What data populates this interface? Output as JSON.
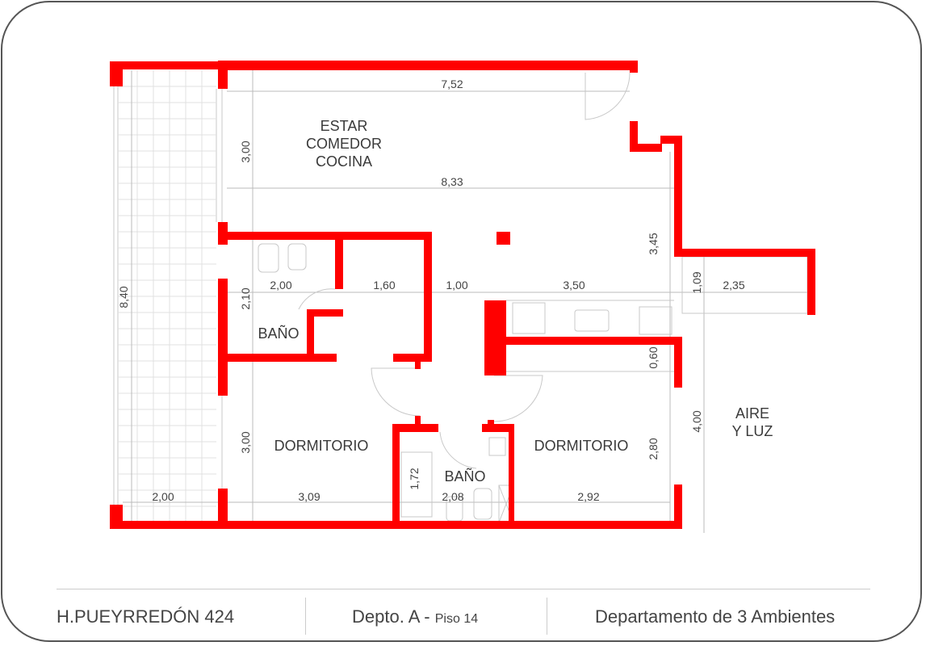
{
  "rooms": {
    "living": [
      "ESTAR",
      "COMEDOR",
      "COCINA"
    ],
    "bath1": "BAÑO",
    "bath2": "BAÑO",
    "bedroom1": "DORMITORIO",
    "bedroom2": "DORMITORIO",
    "air": [
      "AIRE",
      "Y LUZ"
    ]
  },
  "dimensions": {
    "top_width": "7,52",
    "living_width": "8,33",
    "living_depth": "3,00",
    "right_depth": "3,45",
    "balcony_length": "8,40",
    "bath1_width": "2,00",
    "bath1_depth": "2,10",
    "closet_width": "1,60",
    "hall_width": "1,00",
    "kitchen_width": "3,50",
    "laundry_depth": "1,09",
    "laundry_width": "2,35",
    "kitchen_depth": "0,60",
    "bedroom1_depth": "3,00",
    "bath2_depth": "1,72",
    "bedroom2_depth": "2,80",
    "air_depth": "4,00",
    "balcony_width": "2,00",
    "bedroom1_width": "3,09",
    "bath2_width": "2,08",
    "bedroom2_width": "2,92"
  },
  "footer": {
    "address": "H.PUEYRREDÓN 424",
    "unit": "Depto. A -",
    "floor": "Piso 14",
    "type": "Departamento de 3 Ambientes"
  },
  "colors": {
    "wall": "#ff0000"
  }
}
